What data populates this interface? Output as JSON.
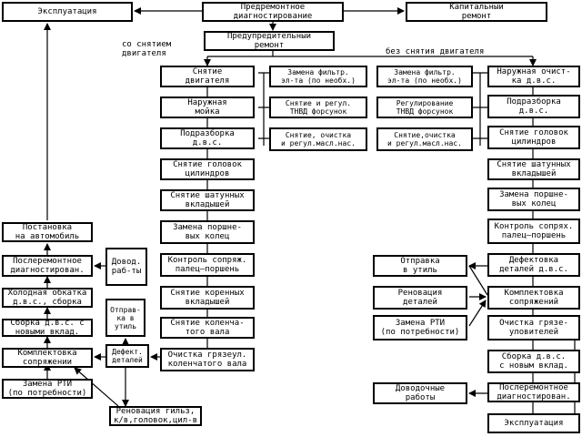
{
  "top": {
    "exploitation": "Эксплуатация",
    "pre_repair_diag": "Предремонтное\nдиагностирование",
    "capital_repair": "Капитальный\nремонт",
    "preventive_repair": "Предупредительный\nремонт",
    "with_removal": "со снятием\nдвигателя",
    "without_removal": "без снятия двигателя"
  },
  "left_col": {
    "installation": "Постановка\nна автомобиль",
    "post_repair_diag": "Послеремонтное\nдиагностирован.",
    "cold_runin": "Холодная обкатка\nд.в.с., сборка",
    "assembly_new": "Сборка д.в.с. с\nновыми вклад.",
    "kit_conjugations": "Комплектовка\nсопряжении",
    "rti_replace": "Замена РТИ\n(по потребности)"
  },
  "left_mid": {
    "finishing": "Довод.\nраб-ты",
    "to_scrap": "Отправ-\nка в\nутиль",
    "defect": "Дефект.\nдеталей",
    "renovation": "Реновация гильз,\nк/в,головок,цил-в"
  },
  "main_with": [
    "Снятие\nдвигателя",
    "Наружная\nмойка",
    "Подразборка\nд.в.с.",
    "Снятие головок\nцилиндров",
    "Снятие шатунных\nвкладышей",
    "Замена поршне-\nвых колец",
    "Контроль сопряж.\nпалец–поршень",
    "Снятие коренных\nвкладышей",
    "Снятие коленча-\nтого вала",
    "Очистка грязеул.\nколенчатого вала"
  ],
  "aux_with": [
    "Замена фильтр.\nэл-та (по необх.)",
    "Снятие и регул.\nТНВД форсунок",
    "Снятие, очистка\nи регул.масл.нас."
  ],
  "aux_without": [
    "Замена фильтр.\nэл-та (по необх.)",
    "Регулирование\nТНВД форсунок",
    "Снятие,очистка\nи регул.масл.нас."
  ],
  "main_without": [
    "Наружная очист-\nка д.в.с.",
    "Подразборка\nд.в.с.",
    "Снятие головок\nцилиндров",
    "Снятие шатунных\nвкладышей",
    "Замена поршне-\nвых колец",
    "Контроль сопрях.\nпалец–поршень",
    "Дефектовка\nдеталей д.в.с.",
    "Комплектовка\nсопряжений",
    "Очистка грязе-\nуловителей",
    "Сборка д.в.с.\nс новым вклад.",
    "Послеремонтное\nдиагностирован.",
    "Эксплуатация"
  ],
  "right_side": [
    "Отправка\nв утиль",
    "Реновация\nдеталей",
    "Замена РТИ\n(по потребности)",
    "Доводочные\nработы"
  ]
}
